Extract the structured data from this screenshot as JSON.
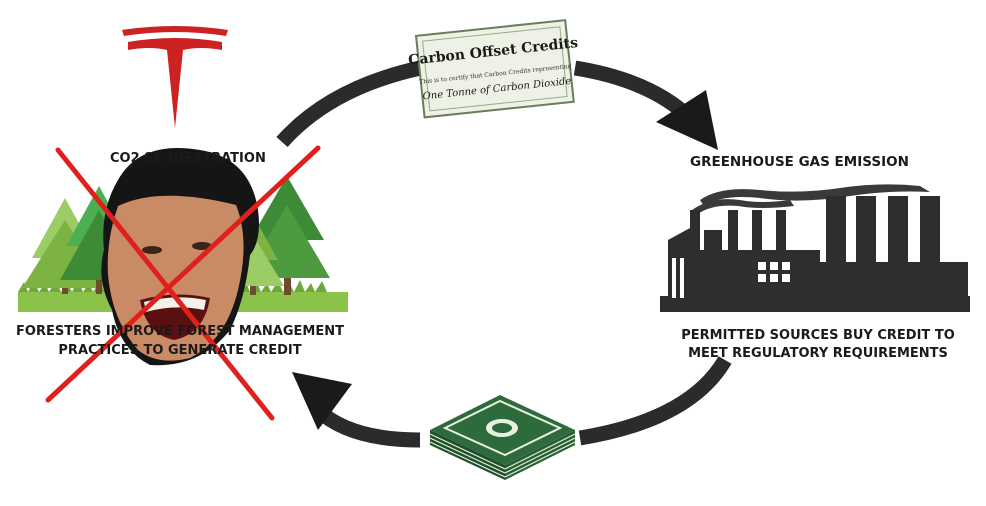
{
  "diagram": {
    "labels": {
      "carbon_sequestration": "CO2 SEQUESTRATION",
      "greenhouse_gas_emission": "GREENHOUSE GAS EMISSION",
      "permitted_sources": [
        "PERMITTED SOURCES BUY CREDIT TO",
        "MEET REGULATORY REQUIREMENTS"
      ],
      "foresters": [
        "FORESTERS IMPROVE FOREST MANAGEMENT",
        "PRACTICES TO GENERATE CREDIT"
      ]
    },
    "certificate": {
      "title": "Carbon Offset Credits",
      "line1": "This is to certify that Carbon Credits representing",
      "line2": "One Tonne of Carbon Dioxide"
    },
    "colors": {
      "arrow": "#2b2b2b",
      "factory": "#2e2e2e",
      "tree_light": "#7cb342",
      "tree_dark": "#3d8b37",
      "trunk": "#6d4c2f",
      "grass": "#8bc34a",
      "money": "#2e6b3c",
      "tesla_red": "#cc2222",
      "cross_red": "#e0201c"
    },
    "icons": [
      "tesla-logo-icon",
      "factory-icon",
      "money-stack-icon",
      "tree-icon"
    ]
  }
}
